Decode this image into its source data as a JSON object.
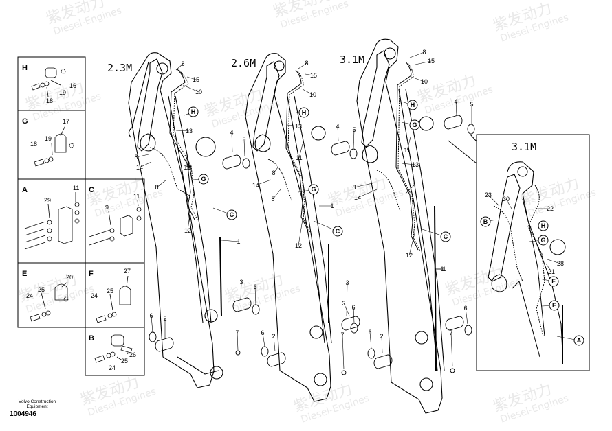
{
  "watermark": {
    "cn": "紫发动力",
    "en": "Diesel-Engines"
  },
  "booms": [
    {
      "title": "2.3M"
    },
    {
      "title": "2.6M"
    },
    {
      "title": "3.1M"
    }
  ],
  "detail": {
    "title": "3.1M"
  },
  "panels": {
    "H": {
      "letter": "H",
      "parts": [
        "16",
        "19",
        "18"
      ]
    },
    "G": {
      "letter": "G",
      "parts": [
        "17",
        "18",
        "19"
      ]
    },
    "A": {
      "letter": "A",
      "parts": [
        "29",
        "11"
      ]
    },
    "C": {
      "letter": "C",
      "parts": [
        "9",
        "11"
      ]
    },
    "E": {
      "letter": "E",
      "parts": [
        "20",
        "24",
        "25"
      ]
    },
    "F": {
      "letter": "F",
      "parts": [
        "27",
        "25",
        "24"
      ]
    },
    "B": {
      "letter": "B",
      "parts": [
        "26",
        "25",
        "24"
      ]
    }
  },
  "callouts": {
    "b1": [
      "8",
      "15",
      "10",
      "H",
      "13",
      "G",
      "8",
      "14",
      "11",
      "8",
      "12",
      "C",
      "1",
      "4",
      "5",
      "11",
      "3",
      "6",
      "6",
      "2",
      "7"
    ],
    "b2": [
      "8",
      "15",
      "10",
      "H",
      "13",
      "11",
      "8",
      "14",
      "8",
      "G",
      "1",
      "12",
      "C",
      "4",
      "5",
      "3",
      "6",
      "6",
      "2",
      "7"
    ],
    "b3": [
      "8",
      "15",
      "10",
      "H",
      "G",
      "11",
      "13",
      "8",
      "14",
      "8",
      "1",
      "12",
      "C",
      "1",
      "4",
      "5",
      "3",
      "6",
      "6",
      "2",
      "7"
    ],
    "detail": [
      "23",
      "30",
      "22",
      "B",
      "H",
      "G",
      "21",
      "28",
      "F",
      "E",
      "A"
    ]
  },
  "footer": {
    "company": "Volvo Construction Equipment",
    "number": "1004946"
  }
}
